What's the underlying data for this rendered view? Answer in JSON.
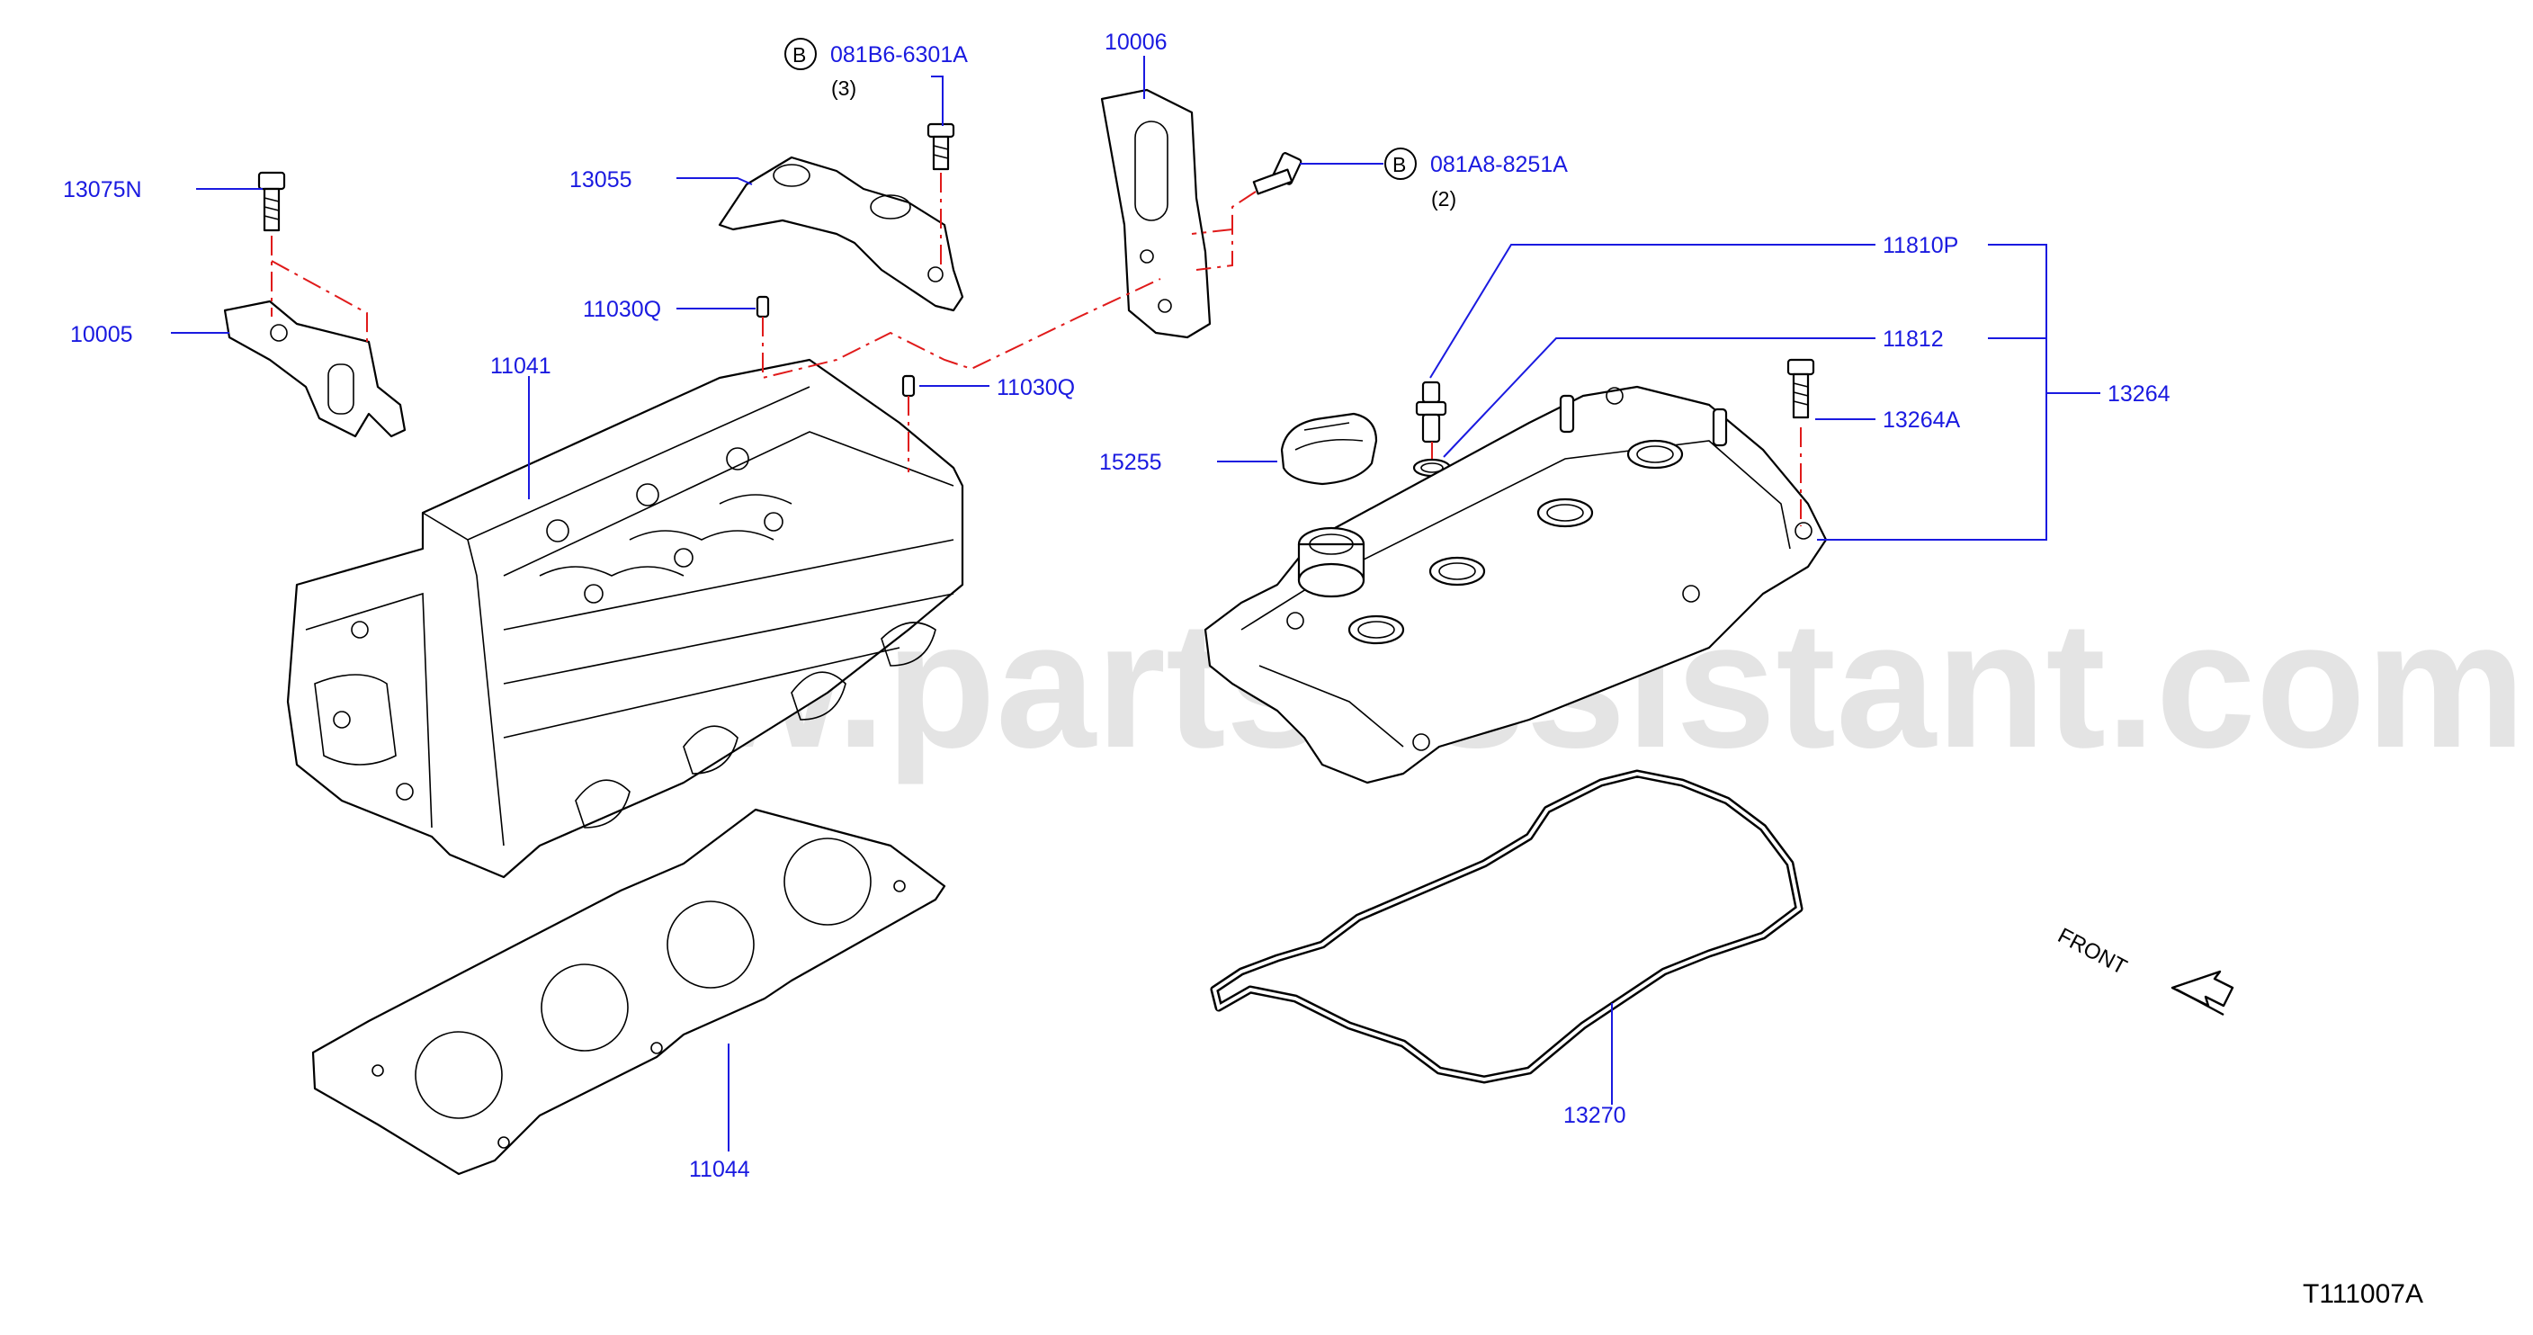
{
  "watermark": "www.partsassistant.com",
  "diagram_code": "T111007A",
  "front_label": "FRONT",
  "bolt_symbol": "B",
  "parts": {
    "p13075N": "13075N",
    "p10005": "10005",
    "p13055": "13055",
    "p081B6": "081B6-6301A",
    "p081B6_qty": "(3)",
    "p10006": "10006",
    "p081A8": "081A8-8251A",
    "p081A8_qty": "(2)",
    "p11030Q_a": "11030Q",
    "p11030Q_b": "11030Q",
    "p11041": "11041",
    "p11810P": "11810P",
    "p11812": "11812",
    "p13264": "13264",
    "p13264A": "13264A",
    "p15255": "15255",
    "p11044": "11044",
    "p13270": "13270"
  }
}
